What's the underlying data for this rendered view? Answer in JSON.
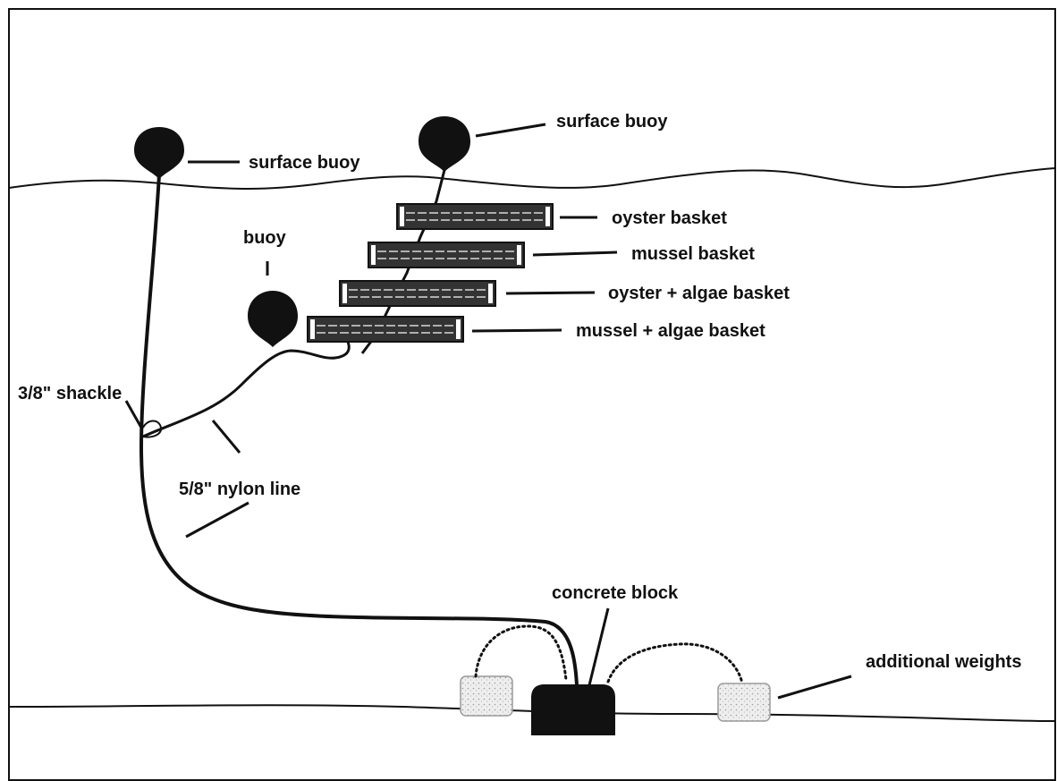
{
  "diagram": {
    "labels": {
      "surface_buoy_left": "surface buoy",
      "surface_buoy_right": "surface buoy",
      "buoy": "buoy",
      "oyster_basket": "oyster basket",
      "mussel_basket": "mussel basket",
      "oyster_algae_basket": "oyster + algae basket",
      "mussel_algae_basket": "mussel + algae basket",
      "shackle": "3/8\" shackle",
      "nylon_line": "5/8\" nylon line",
      "concrete_block": "concrete block",
      "additional_weights": "additional weights"
    },
    "colors": {
      "ink": "#111111",
      "background": "#ffffff",
      "basket_fill": "#3a3a3a",
      "weight_fill": "#e6e6e6"
    }
  }
}
